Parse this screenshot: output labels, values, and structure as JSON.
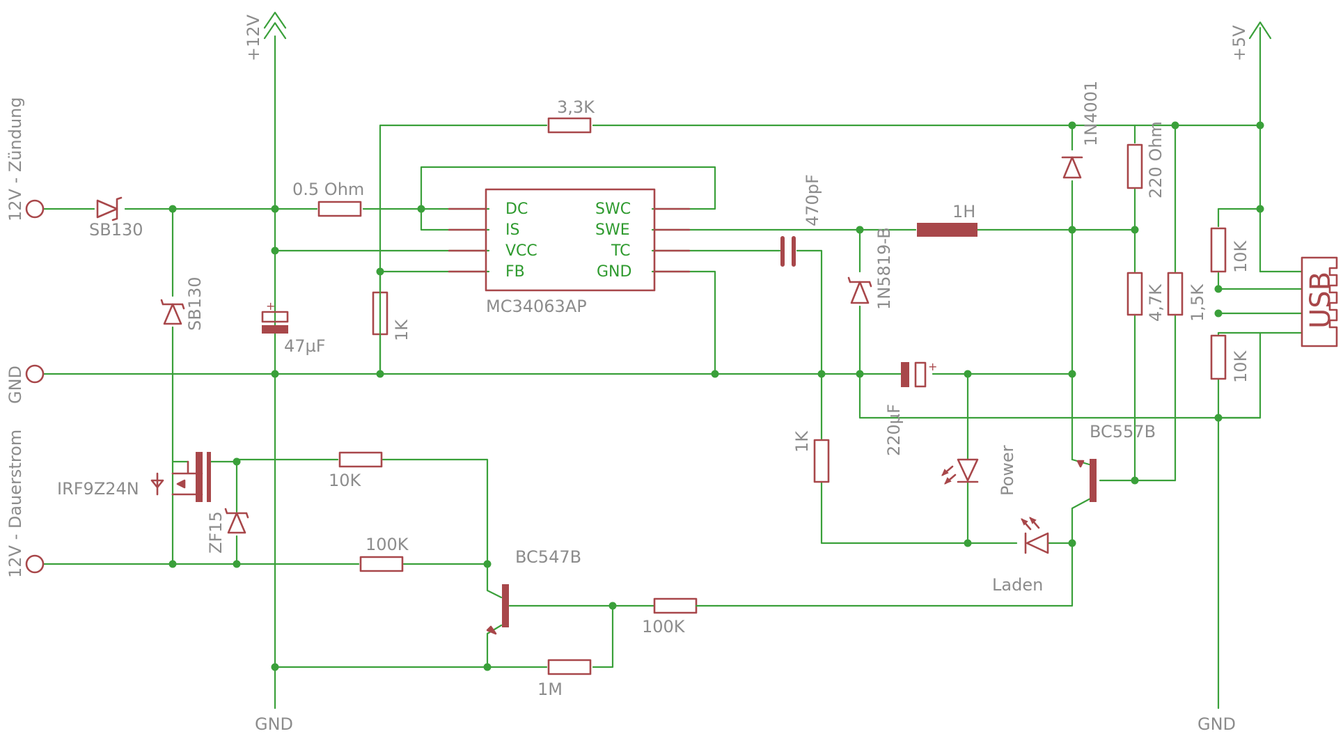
{
  "labels": {
    "v12": "+12V",
    "v5": "+5V",
    "gnd_left": "GND",
    "gnd_bottom_a": "GND",
    "gnd_bottom_b": "GND",
    "in_zuendung": "12V - Zündung",
    "in_dauerstrom": "12V - Dauerstrom",
    "d_sb130_a": "SB130",
    "d_sb130_b": "SB130",
    "r_05ohm": "0.5 Ohm",
    "r_33k": "3,3K",
    "r_1k_a": "1K",
    "c_47uf": "47µF",
    "ic_name": "MC34063AP",
    "c_470pf": "470pF",
    "d_1n5819": "1N5819-B",
    "l_1h": "1H",
    "d_1n4001": "1N4001",
    "r_220ohm": "220 Ohm",
    "r_47k": "4,7K",
    "r_15k": "1,5K",
    "r_10k_a": "10K",
    "r_10k_b": "10K",
    "usb": "USB",
    "c_220uf": "220µF",
    "r_1k_b": "1K",
    "led_power": "Power",
    "led_laden": "Laden",
    "q_bc557": "BC557B",
    "q_bc547": "BC547B",
    "q_irf": "IRF9Z24N",
    "d_zf15": "ZF15",
    "r_10k_c": "10K",
    "r_100k_a": "100K",
    "r_100k_b": "100K",
    "r_1m": "1M"
  },
  "ic_pins": {
    "dc": "DC",
    "is": "IS",
    "vcc": "VCC",
    "fb": "FB",
    "swc": "SWC",
    "swe": "SWE",
    "tc": "TC",
    "gnd": "GND"
  },
  "colors": {
    "wire": "#3aa03a",
    "symbol": "#a8474a",
    "label": "#8c8c8c",
    "pin_text": "#2e9a2e"
  }
}
